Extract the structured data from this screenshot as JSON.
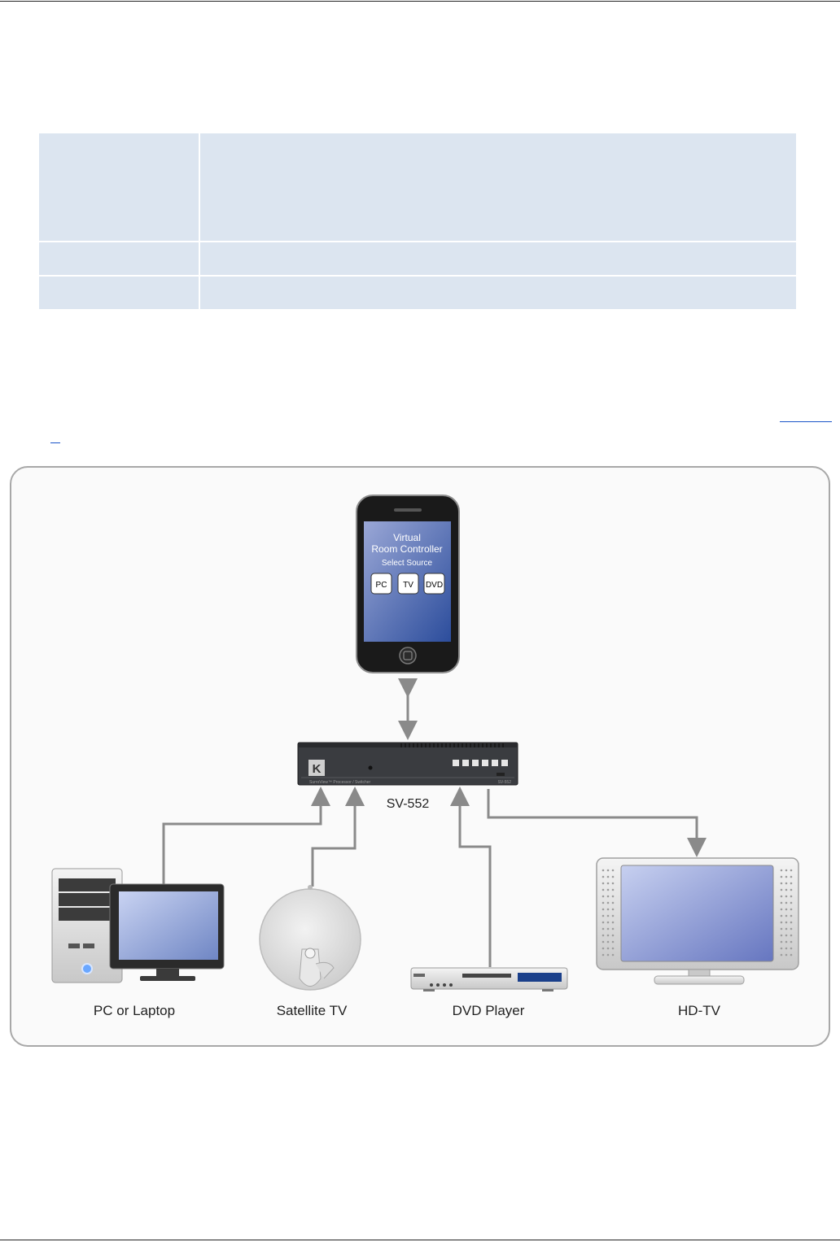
{
  "diagram": {
    "phone": {
      "line1": "Virtual",
      "line2": "Room Controller",
      "line3": "Select Source",
      "buttons": [
        "PC",
        "TV",
        "DVD"
      ]
    },
    "switcher": {
      "label": "SV-552",
      "front_text": "SurroView™ Processor / Switcher",
      "model_text": "SV-552",
      "logo_letter": "K"
    },
    "devices": {
      "pc": "PC or Laptop",
      "satellite": "Satellite TV",
      "dvd": "DVD Player",
      "hdtv": "HD-TV"
    },
    "colors": {
      "table_fill": "#dce5f0",
      "arrow": "#8a8a8a",
      "screen": "#6f86c4"
    }
  }
}
